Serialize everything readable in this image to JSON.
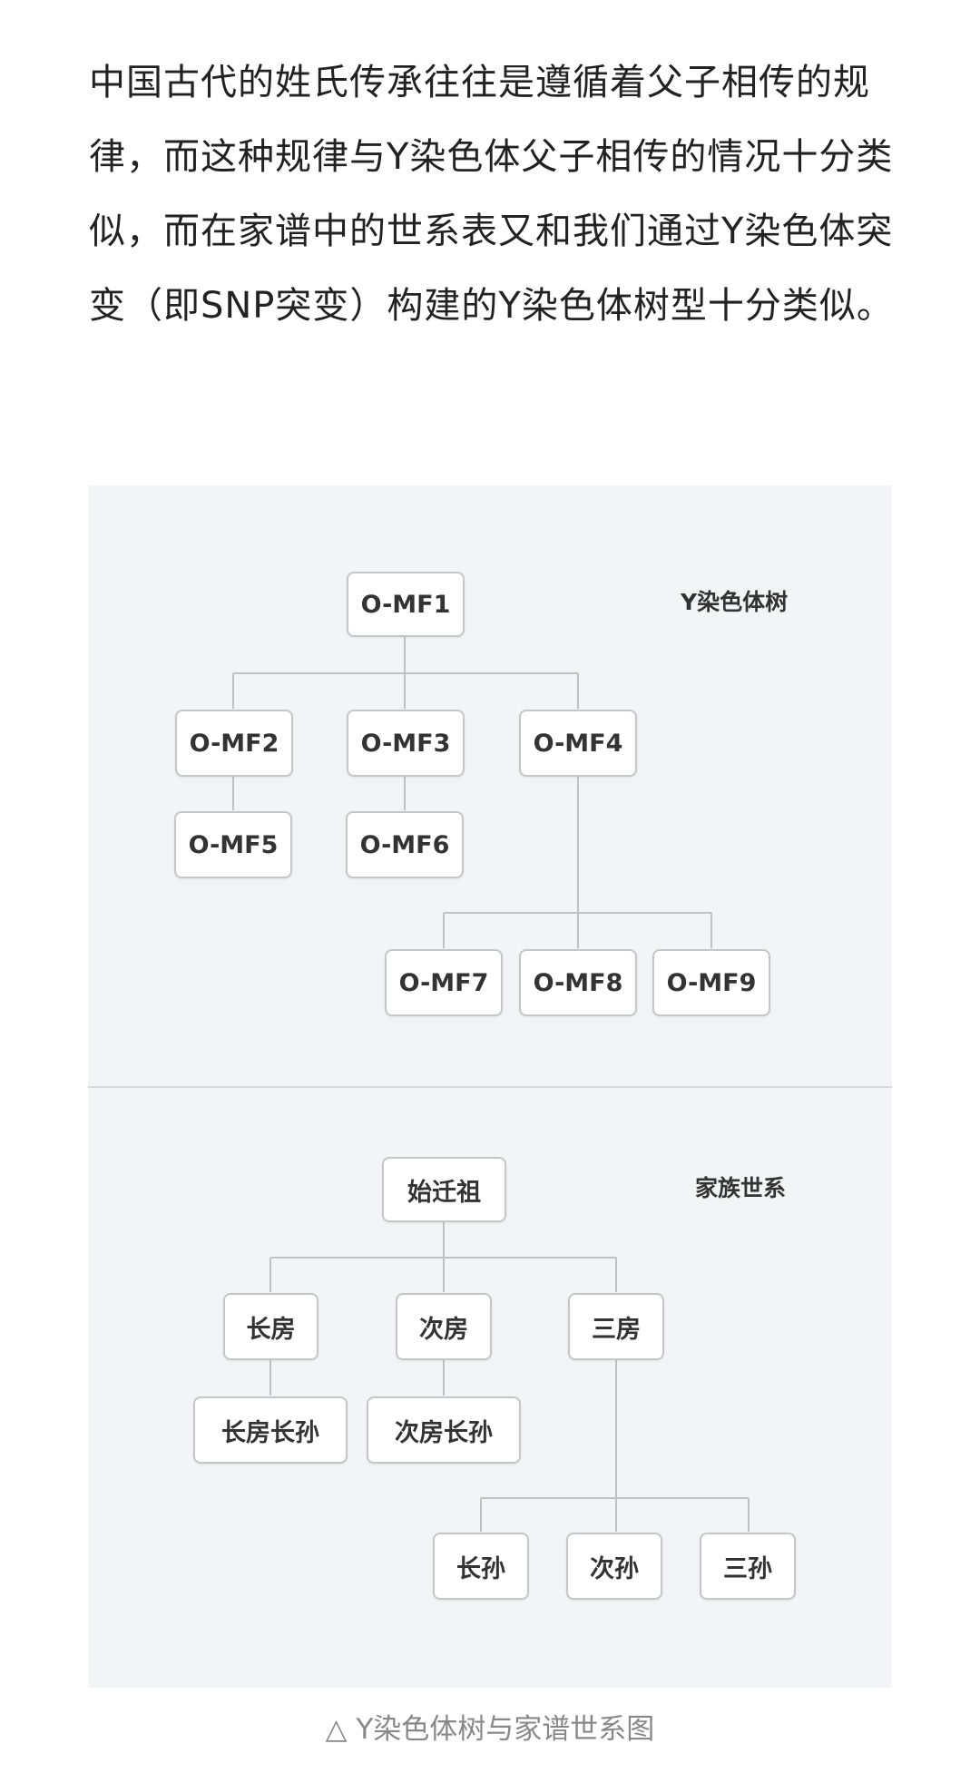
{
  "intro_text": "中国古代的姓氏传承往往是遵循着父子相传的规律，而这种规律与Y染色体父子相传的情况十分类似，而在家谱中的世系表又和我们通过Y染色体突变（即SNP突变）构建的Y染色体树型十分类似。",
  "y_tree": {
    "label": "Y染色体树",
    "nodes": {
      "mf1": "O-MF1",
      "mf2": "O-MF2",
      "mf3": "O-MF3",
      "mf4": "O-MF4",
      "mf5": "O-MF5",
      "mf6": "O-MF6",
      "mf7": "O-MF7",
      "mf8": "O-MF8",
      "mf9": "O-MF9"
    }
  },
  "family_tree": {
    "label": "家族世系",
    "nodes": {
      "root": "始迁祖",
      "eldest": "长房",
      "second": "次房",
      "third": "三房",
      "eldest_grandson": "长房长孙",
      "second_grandson": "次房长孙",
      "g1": "长孙",
      "g2": "次孙",
      "g3": "三孙"
    }
  },
  "caption": "△ Y染色体树与家谱世系图",
  "colors": {
    "panel_bg": "#f3f4f6",
    "node_border": "#c4c6c9",
    "connector": "#bfc1c4",
    "text": "#333333",
    "caption": "#888888"
  }
}
